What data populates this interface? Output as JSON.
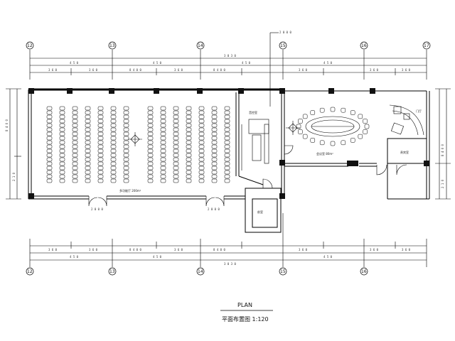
{
  "grid": {
    "labels": [
      "12",
      "13",
      "14",
      "15",
      "16",
      "17"
    ]
  },
  "dims": {
    "overall": "3 0 3 0",
    "segment_main": "8 4 0 0",
    "segment_left": "3 6 0",
    "segment_mid": "4 5 0",
    "vertical": "8 4 0 0",
    "vertical_small": "2 1 0"
  },
  "rooms": {
    "lecture_hall": "多功能厅 200m²",
    "control_room": "音控室",
    "meeting_room": "会议室 80m²",
    "vip_room": "贵宾室",
    "lobby": "前室",
    "side_label": "门厅",
    "door_label": "2 0 0 0"
  },
  "title": {
    "main": "PLAN",
    "sub": "平面布置图 1:120"
  },
  "colors": {
    "line": "#000000",
    "pillar": "#111111"
  }
}
